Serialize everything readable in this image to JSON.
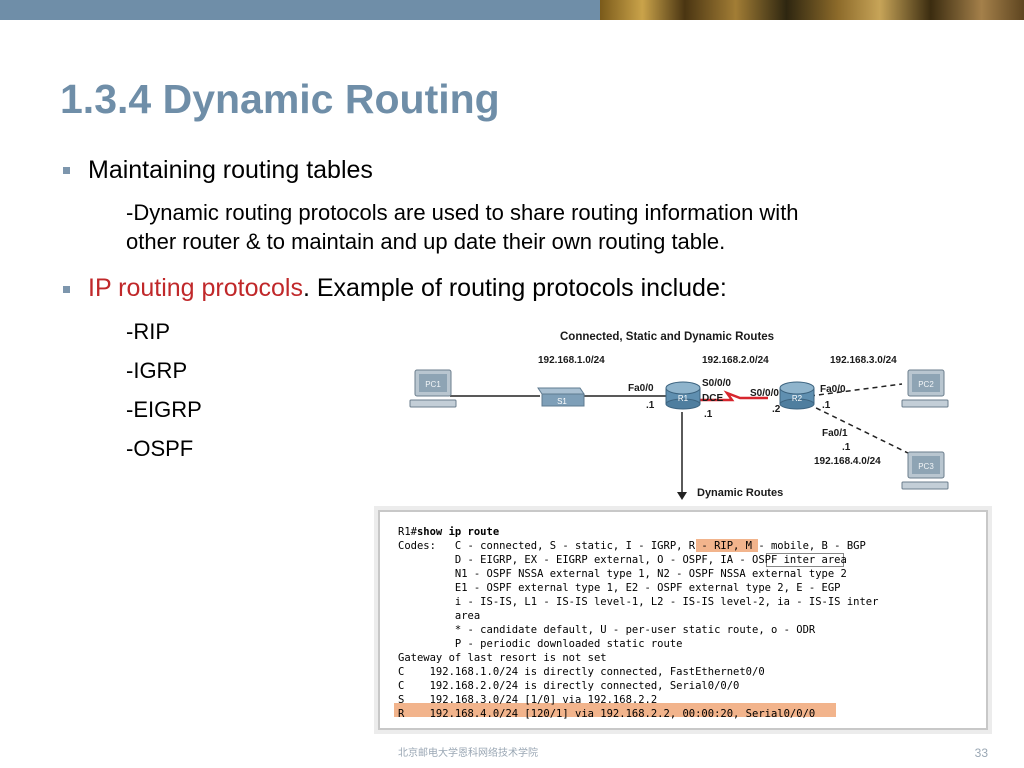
{
  "slide": {
    "title": "1.3.4 Dynamic Routing",
    "bullets": [
      {
        "text": "Maintaining routing tables"
      },
      {
        "highlight": "IP routing protocols",
        "text": ". Example of routing protocols include:"
      }
    ],
    "sub1": [
      "-Dynamic routing protocols are used to share routing information with",
      "other router & to maintain and up date their own routing table."
    ],
    "protocols": [
      "-RIP",
      "-IGRP",
      "-EIGRP",
      "-OSPF"
    ],
    "footer": "北京邮电大学恩科网络技术学院",
    "page_number": "33"
  },
  "diagram": {
    "title": "Connected, Static and Dynamic Routes",
    "networks": [
      "192.168.1.0/24",
      "192.168.2.0/24",
      "192.168.3.0/24",
      "192.168.4.0/24"
    ],
    "devices": [
      "PC1",
      "S1",
      "R1",
      "R2",
      "PC2",
      "PC3"
    ],
    "labels": {
      "r1_fa00": "Fa0/0",
      "r1_fa00_ip": ".1",
      "r1_s000": "S0/0/0",
      "dce": "DCE",
      "r1_s000_ip": ".1",
      "r2_s000": "S0/0/0",
      "r2_s000_ip": ".2",
      "r2_fa00": "Fa0/0",
      "r2_fa00_ip": ".1",
      "r2_fa01": "Fa0/1",
      "r2_fa01_ip": ".1"
    },
    "arrow_label": "Dynamic Routes",
    "colors": {
      "serial_link": "#d7262e",
      "router": "#5f8fb0",
      "switch": "#7e9fb8"
    }
  },
  "terminal": {
    "prompt": "R1#",
    "command": "show ip route",
    "lines": [
      "Codes:   C - connected, S - static, I - IGRP, R - RIP, M - mobile, B - BGP",
      "         D - EIGRP, EX - EIGRP external, O - OSPF, IA - OSPF inter area",
      "         N1 - OSPF NSSA external type 1, N2 - OSPF NSSA external type 2",
      "         E1 - OSPF external type 1, E2 - OSPF external type 2, E - EGP",
      "         i - IS-IS, L1 - IS-IS level-1, L2 - IS-IS level-2, ia - IS-IS inter",
      "         area",
      "         * - candidate default, U - per-user static route, o - ODR",
      "         P - periodic downloaded static route",
      "Gateway of last resort is not set",
      "C    192.168.1.0/24 is directly connected, FastEthernet0/0",
      "C    192.168.2.0/24 is directly connected, Serial0/0/0",
      "S    192.168.3.0/24 [1/0] via 192.168.2.2",
      "R    192.168.4.0/24 [120/1] via 192.168.2.2, 00:00:20, Serial0/0/0"
    ]
  }
}
